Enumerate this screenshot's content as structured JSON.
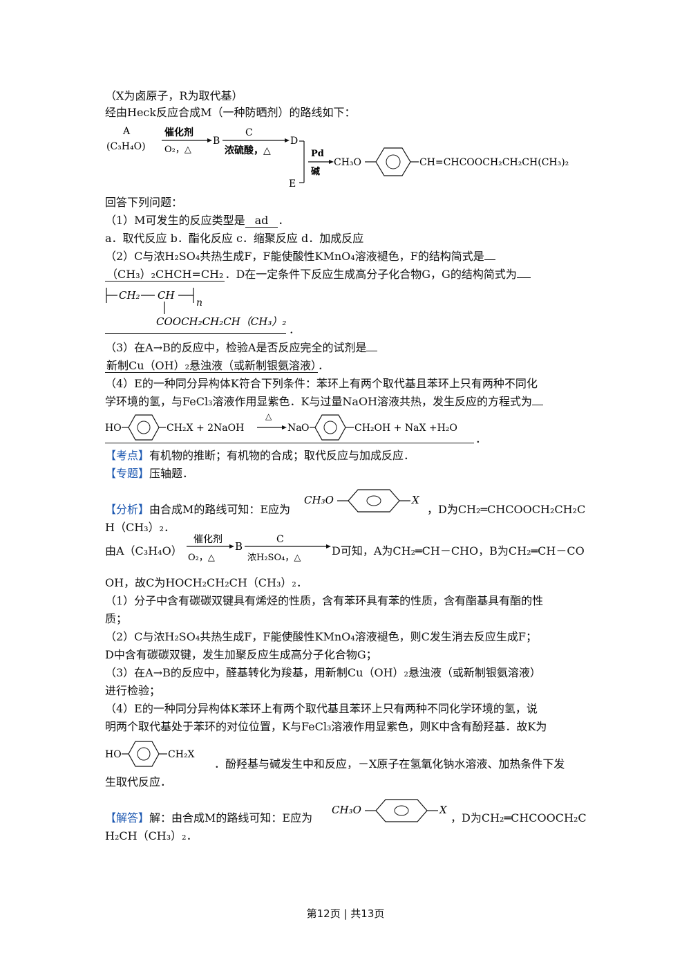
{
  "lines": {
    "l1": "（X为卤原子，R为取代基）",
    "l2": "经由Heck反应合成M（一种防晒剂）的路线如下：",
    "l3": "回答下列问题：",
    "q1_pre": "（1）M可发生的反应类型是",
    "q1_ans": "ad",
    "q1_opts": "a．取代反应  b．酯化反应  c．缩聚反应  d．加成反应",
    "q2_pre": "（2）C与浓H₂SO₄共热生成F，F能使酸性KMnO₄溶液褪色，F的结构简式是",
    "q2_ans1": "（CH₃）₂CHCH=CH₂",
    "q2_mid": "．D在一定条件下反应生成高分子化合物G，G的结构简式为",
    "q3_pre": "（3）在A→B的反应中，检验A是否反应完全的试剂是",
    "q3_ans": "新制Cu（OH）₂悬浊液（或新制银氨溶液）",
    "q4_a": "（4）E的一种同分异构体K符合下列条件：苯环上有两个取代基且苯环上只有两种不同化",
    "q4_b": "学环境的氢，与FeCl₃溶液作用显紫色．K与过量NaOH溶液共热，发生反应的方程式为",
    "kaodian_tag": "【考点】",
    "kaodian": "有机物的推断；有机物的合成；取代反应与加成反应．",
    "zhuanti_tag": "【专题】",
    "zhuanti": "压轴题．",
    "fenxi_tag": "【分析】",
    "fenxi_a": "由合成M的路线可知：E应为",
    "fenxi_b": "，D为CH₂═CHCOOCH₂CH₂C",
    "fenxi_c": "H（CH₃）₂．",
    "fenxi_d1": "由A（C₃H₄O）",
    "fenxi_d2": "D可知，A为CH₂═CH－CHO，B为CH₂═CH－CO",
    "fenxi_e": "OH，故C为HOCH₂CH₂CH（CH₃）₂．",
    "p1a": "（1）分子中含有碳碳双键具有烯烃的性质，含有苯环具有苯的性质，含有酯基具有酯的性",
    "p1b": "质；",
    "p2a": "（2）C与浓H₂SO₄共热生成F，F能使酸性KMnO₄溶液褪色，则C发生消去反应生成F；",
    "p2b": "D中含有碳碳双键，发生加聚反应生成高分子化合物G；",
    "p3a": "（3）在A→B的反应中，醛基转化为羧基，用新制Cu（OH）₂悬浊液（或新制银氨溶液）",
    "p3b": "进行检验；",
    "p4a": "（4）E的一种同分异构体K苯环上有两个取代基且苯环上只有两种不同化学环境的氢，说",
    "p4b": "明两个取代基处于苯环的对位位置，K与FeCl₃溶液作用显紫色，则K中含有酚羟基．故K为",
    "p4c": "．酚羟基与碱发生中和反应，－X原子在氢氧化钠水溶液、加热条件下发",
    "p4d": "生取代反应．",
    "jieda_tag": "【解答】",
    "jieda_a": "解：由合成M的路线可知：E应为",
    "jieda_b": "，D为CH₂═CHCOOCH₂C",
    "jieda_c": "H₂CH（CH₃）₂．"
  },
  "scheme": {
    "A": "A",
    "A_formula": "(C₃H₄O)",
    "cat": "催化剂",
    "o2": "O₂，△",
    "B": "B",
    "C": "C",
    "acid": "浓硫酸，△",
    "D": "D",
    "E": "E",
    "pd": "Pd",
    "base": "碱",
    "m_left": "CH₃O",
    "m_right": "CH=CHCOOCH₂CH₂CH(CH₃)₂"
  },
  "polymer": {
    "ch2": "CH₂",
    "ch": "CH",
    "n": "n",
    "side": "COOCH₂CH₂CH（CH₃）₂"
  },
  "equation": {
    "ho": "HO",
    "ch2x": "CH₂X + 2NaOH",
    "delta": "△",
    "nao": "Na",
    "products": "CH₂OH + NaX +H₂O"
  },
  "struct_e": {
    "left": "CH₃O",
    "right": "X"
  },
  "struct_k": {
    "left": "HO",
    "right": "CH₂X"
  },
  "mini_scheme": {
    "cat": "催化剂",
    "o2": "O₂，△",
    "B": "B",
    "C": "C",
    "acid": "浓H₂SO₄，△"
  },
  "footer": "第12页 | 共13页"
}
